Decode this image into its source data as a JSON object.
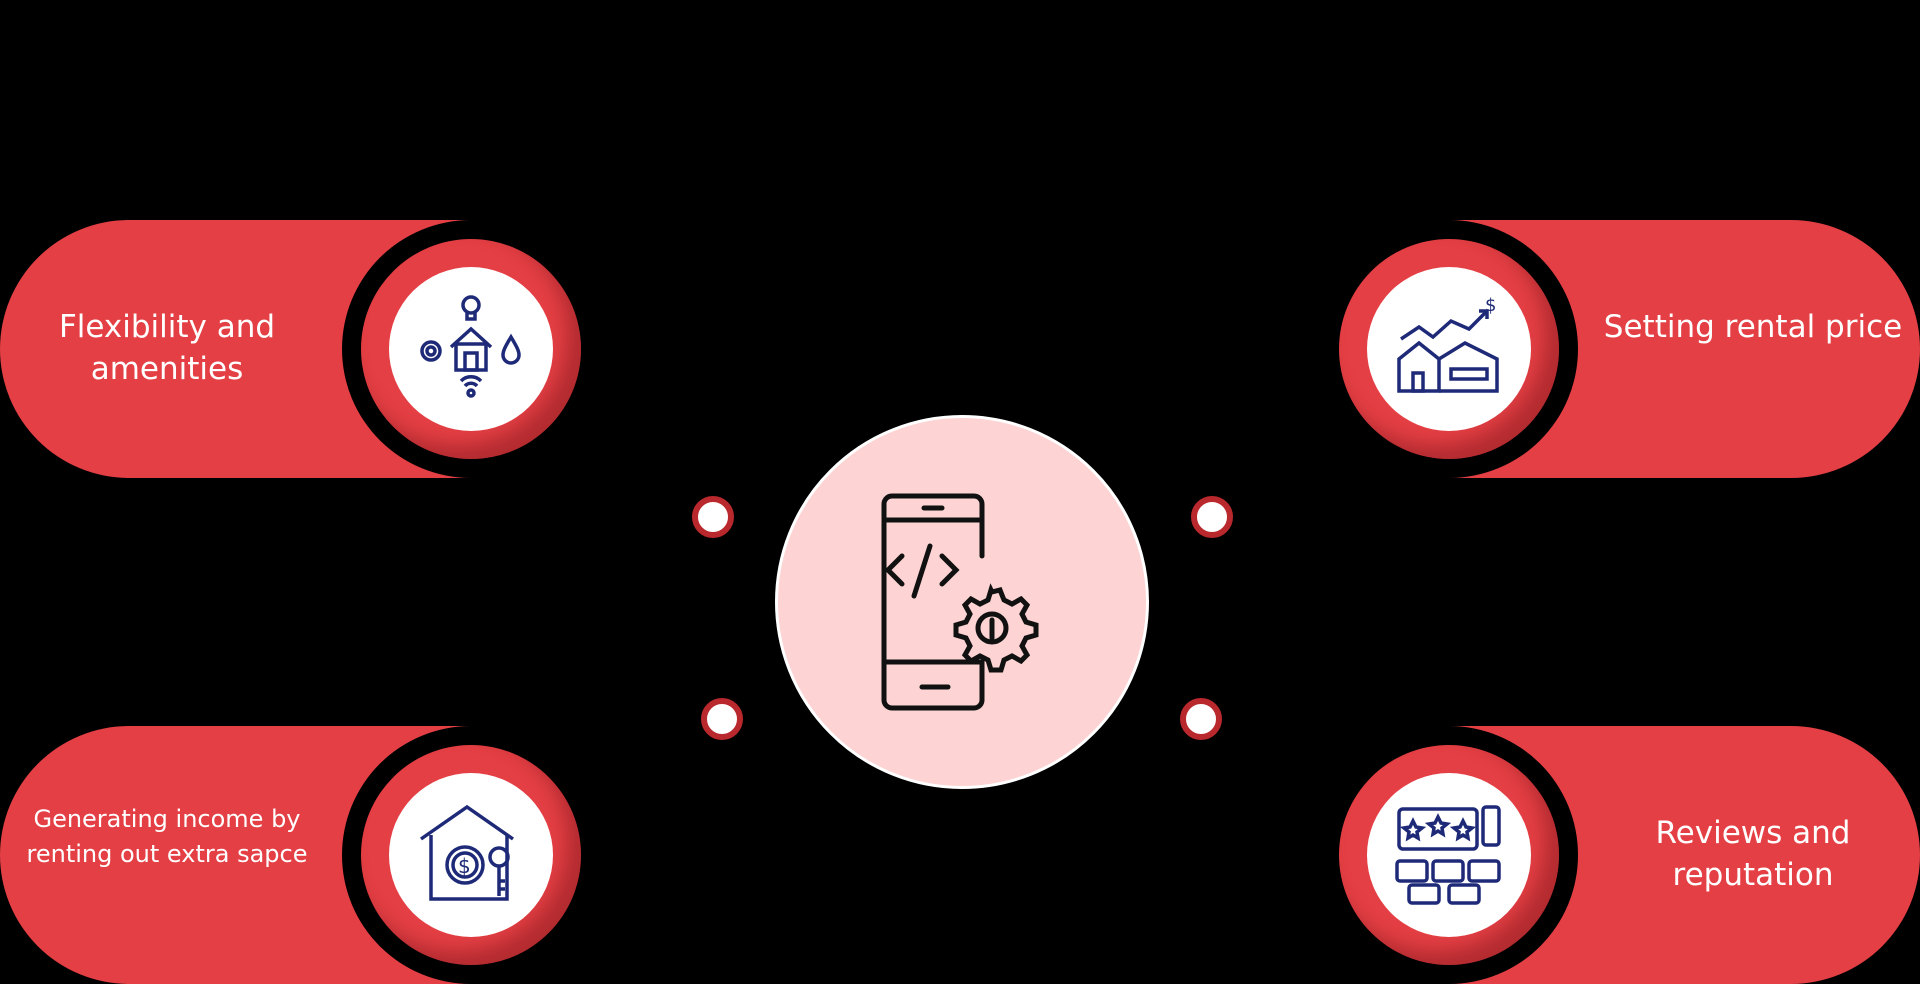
{
  "colors": {
    "accent": "#e43f44",
    "center": "#fdd3d3",
    "icon": "#1e2a78",
    "background": "#000000"
  },
  "center": {
    "icon": "mobile-app-development-icon"
  },
  "items": [
    {
      "label": "Flexibility and amenities",
      "icon": "smart-home-amenities-icon"
    },
    {
      "label": "Setting rental price",
      "icon": "property-price-growth-icon"
    },
    {
      "label": "Generating income by renting out extra sapce",
      "icon": "house-money-key-icon"
    },
    {
      "label": "Reviews and reputation",
      "icon": "reviews-rating-icon"
    }
  ]
}
